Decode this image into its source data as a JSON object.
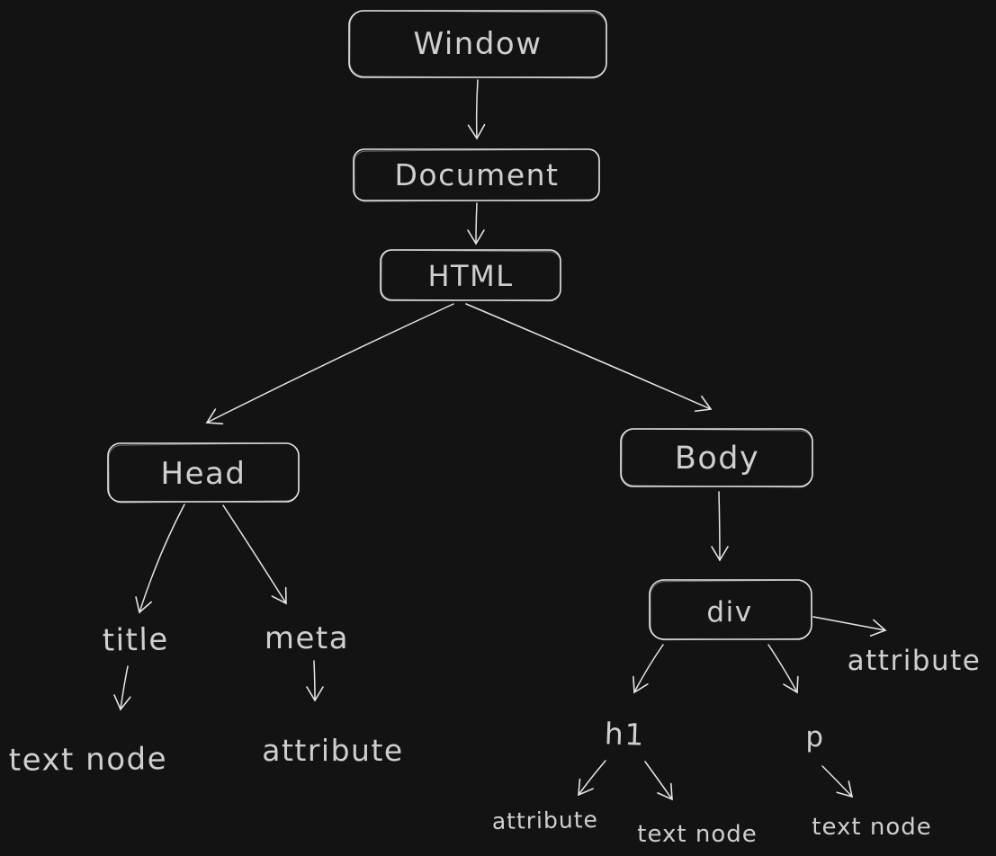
{
  "diagram": {
    "type": "tree",
    "colors": {
      "background": "#131313",
      "stroke": "#e6e6e6",
      "text": "#cfcfcf"
    },
    "nodes": {
      "window": "Window",
      "document": "Document",
      "html": "HTML",
      "head": "Head",
      "body": "Body",
      "div": "div",
      "title": "title",
      "meta": "meta",
      "title_text_node": "text node",
      "meta_attribute": "attribute",
      "div_attribute": "attribute",
      "h1": "h1",
      "p": "p",
      "h1_attribute": "attribute",
      "h1_text_node": "text node",
      "p_text_node": "text node"
    },
    "edges": [
      {
        "from": "window",
        "to": "document"
      },
      {
        "from": "document",
        "to": "html"
      },
      {
        "from": "html",
        "to": "head"
      },
      {
        "from": "html",
        "to": "body"
      },
      {
        "from": "head",
        "to": "title"
      },
      {
        "from": "head",
        "to": "meta"
      },
      {
        "from": "title",
        "to": "title_text_node"
      },
      {
        "from": "meta",
        "to": "meta_attribute"
      },
      {
        "from": "body",
        "to": "div"
      },
      {
        "from": "div",
        "to": "div_attribute"
      },
      {
        "from": "div",
        "to": "h1"
      },
      {
        "from": "div",
        "to": "p"
      },
      {
        "from": "h1",
        "to": "h1_attribute"
      },
      {
        "from": "h1",
        "to": "h1_text_node"
      },
      {
        "from": "p",
        "to": "p_text_node"
      }
    ]
  }
}
